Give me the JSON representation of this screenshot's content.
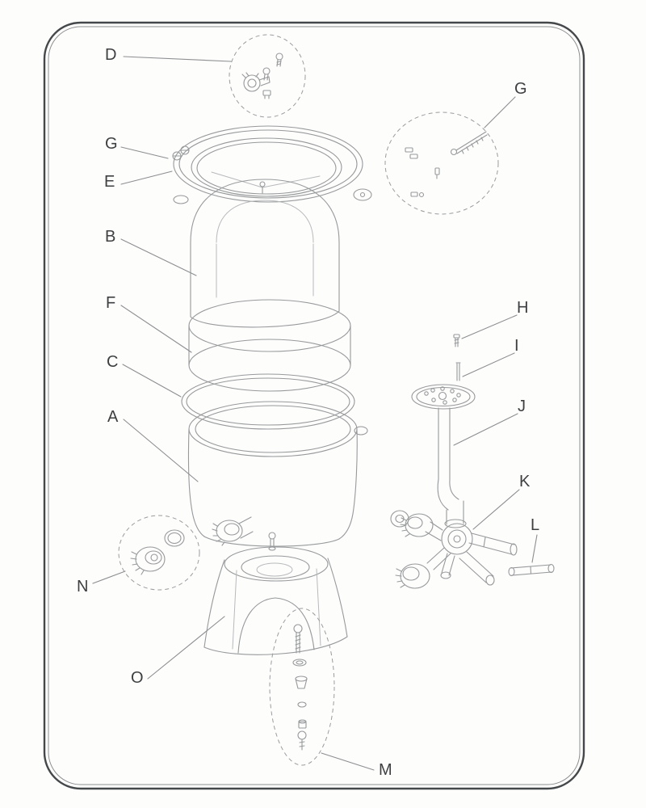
{
  "diagram": {
    "type": "exploded-parts-diagram",
    "labels": [
      {
        "id": "D",
        "text": "D"
      },
      {
        "id": "G-left",
        "text": "G"
      },
      {
        "id": "E",
        "text": "E"
      },
      {
        "id": "B",
        "text": "B"
      },
      {
        "id": "F",
        "text": "F"
      },
      {
        "id": "C",
        "text": "C"
      },
      {
        "id": "A",
        "text": "A"
      },
      {
        "id": "N",
        "text": "N"
      },
      {
        "id": "O",
        "text": "O"
      },
      {
        "id": "M",
        "text": "M"
      },
      {
        "id": "G-right",
        "text": "G"
      },
      {
        "id": "H",
        "text": "H"
      },
      {
        "id": "I",
        "text": "I"
      },
      {
        "id": "J",
        "text": "J"
      },
      {
        "id": "K",
        "text": "K"
      },
      {
        "id": "L",
        "text": "L"
      }
    ]
  }
}
